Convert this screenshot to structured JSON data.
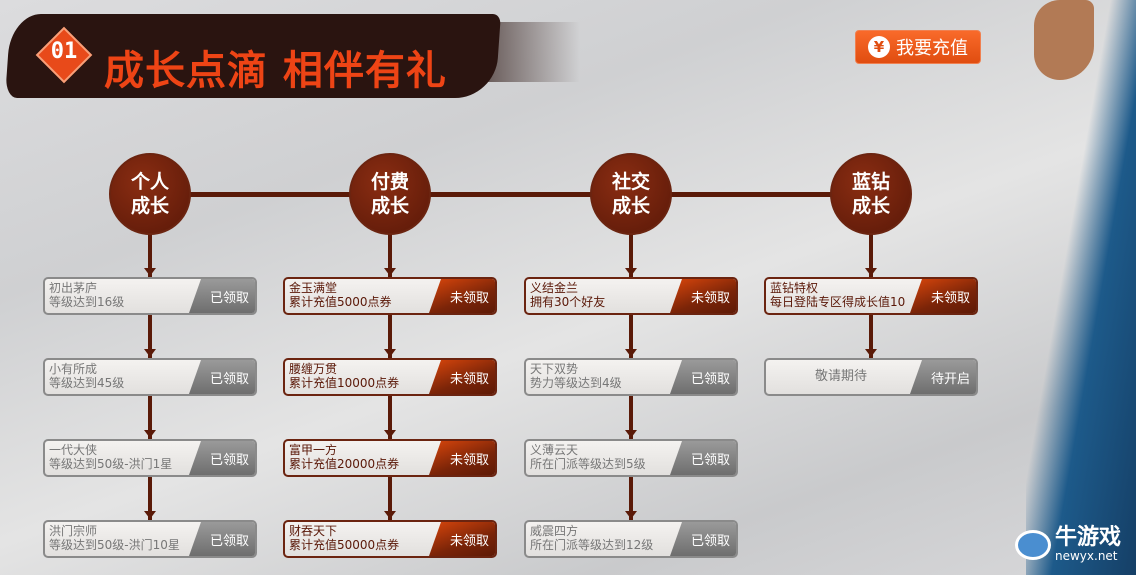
{
  "header": {
    "badge": "01",
    "title": "成长点滴 相伴有礼",
    "recharge_label": "我要充值",
    "recharge_icon": "yen-icon"
  },
  "colors": {
    "accent": "#ee4415",
    "brown": "#5a1808",
    "claimed": "#7a7a7a"
  },
  "columns": [
    {
      "title": "个人\n成长",
      "items": [
        {
          "name": "初出茅庐",
          "desc": "等级达到16级",
          "status": "已领取",
          "state": "gray"
        },
        {
          "name": "小有所成",
          "desc": "等级达到45级",
          "status": "已领取",
          "state": "gray"
        },
        {
          "name": "一代大侠",
          "desc": "等级达到50级-洪门1星",
          "status": "已领取",
          "state": "gray"
        },
        {
          "name": "洪门宗师",
          "desc": "等级达到50级-洪门10星",
          "status": "已领取",
          "state": "gray"
        }
      ]
    },
    {
      "title": "付费\n成长",
      "items": [
        {
          "name": "金玉满堂",
          "desc": "累计充值5000点券",
          "status": "未领取",
          "state": "red"
        },
        {
          "name": "腰缠万贯",
          "desc": "累计充值10000点券",
          "status": "未领取",
          "state": "red"
        },
        {
          "name": "富甲一方",
          "desc": "累计充值20000点券",
          "status": "未领取",
          "state": "red"
        },
        {
          "name": "财吞天下",
          "desc": "累计充值50000点券",
          "status": "未领取",
          "state": "red"
        }
      ]
    },
    {
      "title": "社交\n成长",
      "items": [
        {
          "name": "义结金兰",
          "desc": "拥有30个好友",
          "status": "未领取",
          "state": "red"
        },
        {
          "name": "天下双势",
          "desc": "势力等级达到4级",
          "status": "已领取",
          "state": "gray"
        },
        {
          "name": "义薄云天",
          "desc": "所在门派等级达到5级",
          "status": "已领取",
          "state": "gray"
        },
        {
          "name": "威震四方",
          "desc": "所在门派等级达到12级",
          "status": "已领取",
          "state": "gray"
        }
      ]
    },
    {
      "title": "蓝钻\n成长",
      "items": [
        {
          "name": "蓝钻特权",
          "desc": "每日登陆专区得成长值10",
          "status": "未领取",
          "state": "red"
        },
        {
          "name": "敬请期待",
          "desc": "",
          "status": "待开启",
          "state": "gray"
        }
      ]
    }
  ],
  "watermark": {
    "name": "牛游戏",
    "domain": "newyx.net"
  }
}
